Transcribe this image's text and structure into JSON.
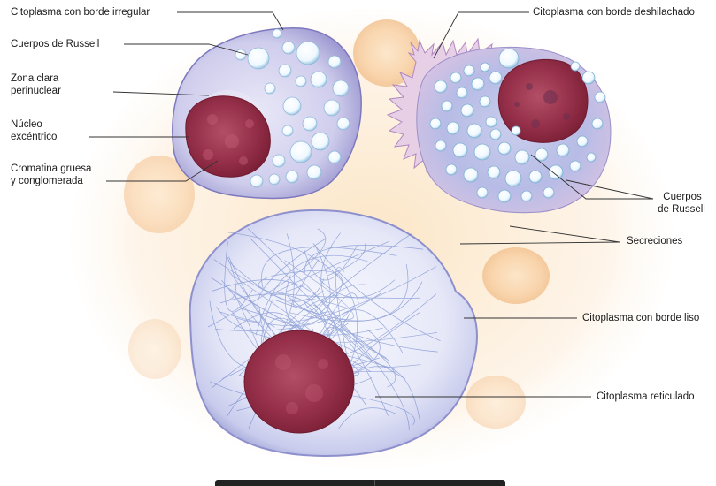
{
  "labels": {
    "citoplasma_borde_irregular": "Citoplasma con borde irregular",
    "cuerpos_russell_left": "Cuerpos de Russell",
    "zona_clara_1": "Zona clara",
    "zona_clara_2": "perinuclear",
    "nucleo_1": "Núcleo",
    "nucleo_2": "excéntrico",
    "cromatina_1": "Cromatina gruesa",
    "cromatina_2": "y conglomerada",
    "citoplasma_borde_deshilachado": "Citoplasma con borde deshilachado",
    "cuerpos_russell_right_1": "Cuerpos",
    "cuerpos_russell_right_2": "de Russell",
    "secreciones": "Secreciones",
    "citoplasma_borde_liso": "Citoplasma con borde liso",
    "citoplasma_reticulado": "Citoplasma reticulado"
  },
  "colors": {
    "background_glow": "#fbe3c4",
    "cytoplasm_lavender": "#c9c8ea",
    "cytoplasm_edge": "#8c88c8",
    "nucleus": "#8e2a3e",
    "nucleus_light": "#b04860",
    "vacuole": "#f4fbff",
    "fibers": "#3f63b5",
    "frayed_edge": "#b088c0"
  }
}
